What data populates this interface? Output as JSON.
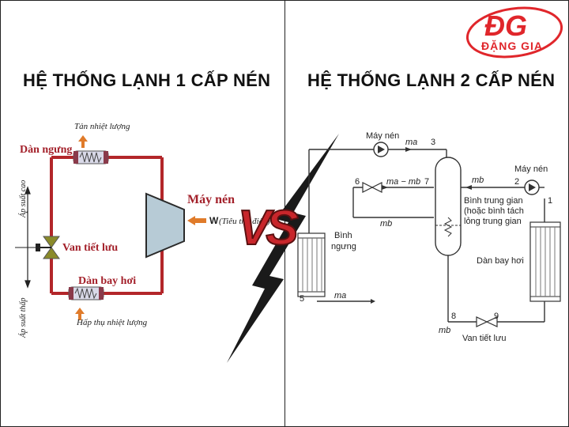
{
  "logo": {
    "mark": "ĐG",
    "name": "ĐẶNG GIA"
  },
  "left": {
    "title": "HỆ THỐNG LẠNH 1 CẤP NÉN",
    "heat_release": "Tản nhiệt lượng",
    "condenser": "Dàn ngưng",
    "high_pressure": "Áp suất cao",
    "valve": "Van tiết lưu",
    "low_pressure": "Áp suất thấp",
    "evaporator": "Dàn bay hơi",
    "heat_absorb": "Hấp thụ nhiệt lượng",
    "compressor": "Máy nén",
    "work_symbol": "W",
    "work_text": "(Tiêu thụ điện)"
  },
  "vs": "VS",
  "right": {
    "title": "HỆ THỐNG LẠNH 2 CẤP NÉN",
    "compressor_top": "Máy nén",
    "compressor_right": "Máy nén",
    "ma": "ma",
    "mb": "mb",
    "ma_minus_mb": "ma − mb",
    "node1": "1",
    "node2": "2",
    "node3": "3",
    "node5": "5",
    "node6": "6",
    "node7": "7",
    "node8": "8",
    "node9": "9",
    "intermediate_line1": "Bình trung gian",
    "intermediate_line2": "(hoặc bình tách",
    "intermediate_line3": "lỏng trung gian",
    "condenser_line1": "Bình",
    "condenser_line2": "ngưng",
    "evaporator": "Dàn bay hơi",
    "valve": "Van tiết lưu"
  },
  "colors": {
    "red_pipe": "#b3262a",
    "logo_red": "#e0262b",
    "text_dark": "#111111",
    "valve_green": "#8a8a2a",
    "arrow_orange": "#e07b2a"
  }
}
